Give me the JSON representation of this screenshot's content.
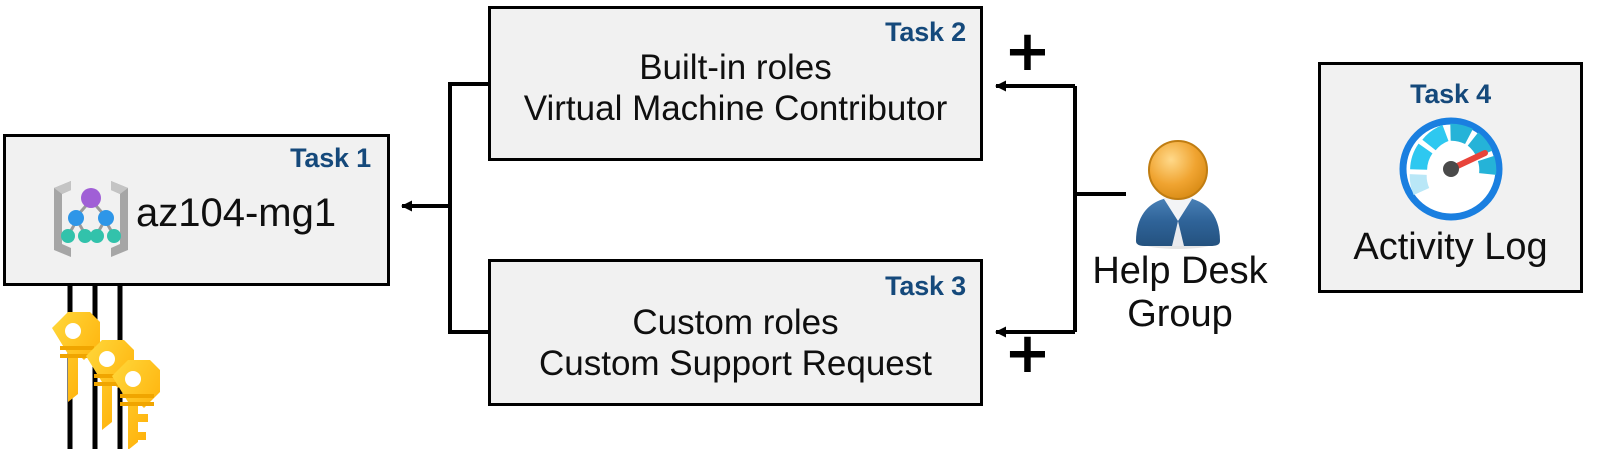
{
  "diagram": {
    "title": "Azure RBAC assignment diagram",
    "accent_task_color": "#15497B",
    "box_fill": "#f1f1f1",
    "box_border": "#000000"
  },
  "task1": {
    "tag": "Task 1",
    "label": "az104-mg1",
    "icon": "management-group-icon"
  },
  "task2": {
    "tag": "Task 2",
    "line1": "Built-in roles",
    "line2": "Virtual Machine Contributor"
  },
  "task3": {
    "tag": "Task 3",
    "line1": "Custom roles",
    "line2": "Custom Support Request"
  },
  "task4": {
    "tag": "Task 4",
    "label": "Activity Log",
    "icon": "gauge-icon"
  },
  "user": {
    "icon": "user-group-icon",
    "line1": "Help Desk",
    "line2": "Group"
  },
  "keys": {
    "icon": "keys-icon",
    "count": 3
  },
  "operators": {
    "plus_top": "+",
    "plus_bottom": "+"
  }
}
